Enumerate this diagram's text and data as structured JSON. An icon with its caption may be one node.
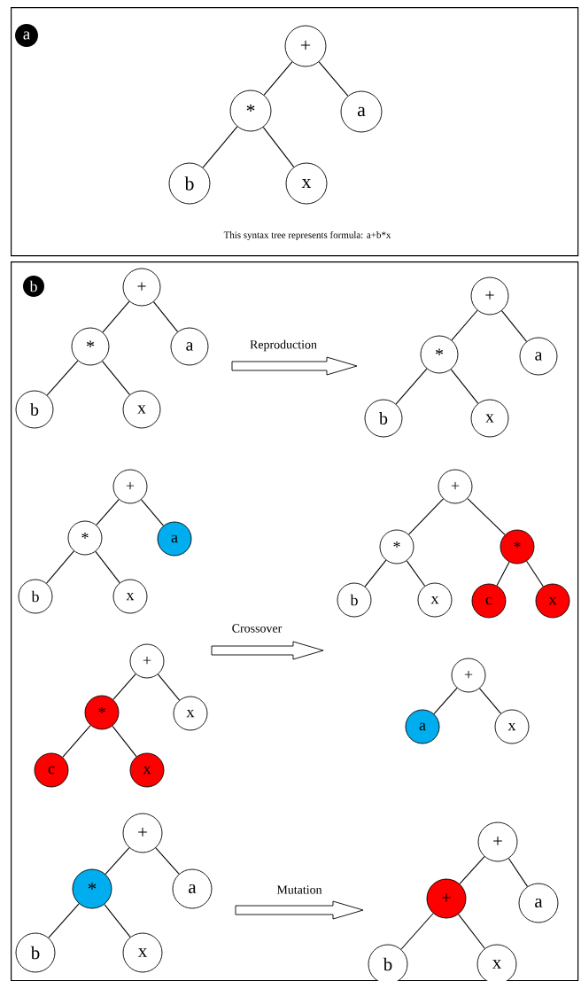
{
  "diagram": {
    "nodes": [
      {
        "text": [],
        "shape": "box"
      },
      {
        "text": [
          "a"
        ],
        "in": 0
      },
      {
        "text": [
          "+"
        ],
        "in": 0
      },
      {
        "text": [
          "*"
        ],
        "in": 0
      },
      {
        "text": [
          "a"
        ],
        "in": 0
      },
      {
        "text": [
          "b"
        ],
        "in": 0
      },
      {
        "text": [
          "x"
        ],
        "in": 0
      },
      {
        "text": [],
        "shape": "box"
      },
      {
        "text": [
          "b"
        ],
        "in": 7
      },
      {
        "text": [
          "+"
        ],
        "in": 7
      },
      {
        "text": [
          "*"
        ],
        "in": 7
      },
      {
        "text": [
          "a"
        ],
        "in": 7
      },
      {
        "text": [
          "b"
        ],
        "in": 7
      },
      {
        "text": [
          "x"
        ],
        "in": 7
      },
      {
        "text": [
          "+"
        ],
        "in": 7
      },
      {
        "text": [
          "*"
        ],
        "in": 7
      },
      {
        "text": [
          "a"
        ],
        "in": 7
      },
      {
        "text": [
          "b"
        ],
        "in": 7
      },
      {
        "text": [
          "x"
        ],
        "in": 7
      },
      {
        "text": [
          "+"
        ],
        "in": 7
      },
      {
        "text": [
          "*"
        ],
        "in": 7
      },
      {
        "text": [
          "a"
        ],
        "in": 7
      },
      {
        "text": [
          "b"
        ],
        "in": 7
      },
      {
        "text": [
          "x"
        ],
        "in": 7
      },
      {
        "text": [
          "+"
        ],
        "in": 7
      },
      {
        "text": [
          "*"
        ],
        "in": 7
      },
      {
        "text": [
          "*"
        ],
        "in": 7
      },
      {
        "text": [
          "b"
        ],
        "in": 7
      },
      {
        "text": [
          "x"
        ],
        "in": 7
      },
      {
        "text": [
          "c"
        ],
        "in": 7
      },
      {
        "text": [
          "x"
        ],
        "in": 7
      },
      {
        "text": [
          "+"
        ],
        "in": 7
      },
      {
        "text": [
          "*"
        ],
        "in": 7
      },
      {
        "text": [
          "x"
        ],
        "in": 7
      },
      {
        "text": [
          "c"
        ],
        "in": 7
      },
      {
        "text": [
          "x"
        ],
        "in": 7
      },
      {
        "text": [
          "+"
        ],
        "in": 7
      },
      {
        "text": [
          "a"
        ],
        "in": 7
      },
      {
        "text": [
          "x"
        ],
        "in": 7
      },
      {
        "text": [
          "+"
        ],
        "in": 7
      },
      {
        "text": [
          "*"
        ],
        "in": 7
      },
      {
        "text": [
          "a"
        ],
        "in": 7
      },
      {
        "text": [
          "b"
        ],
        "in": 7
      },
      {
        "text": [
          "x"
        ],
        "in": 7
      },
      {
        "text": [
          "+"
        ],
        "in": 7
      },
      {
        "text": [
          "+"
        ],
        "in": 7
      },
      {
        "text": [
          "a"
        ],
        "in": 7
      },
      {
        "text": [
          "b"
        ],
        "in": 7
      },
      {
        "text": [
          "x"
        ],
        "in": 7
      }
    ],
    "edges": [
      {
        "from": 2,
        "to": 3,
        "arrow": "none"
      },
      {
        "from": 2,
        "to": 4,
        "arrow": "none"
      },
      {
        "from": 3,
        "to": 5,
        "arrow": "none"
      },
      {
        "from": 3,
        "to": 6,
        "arrow": "none"
      },
      {
        "from": 9,
        "to": 10,
        "arrow": "none"
      },
      {
        "from": 9,
        "to": 11,
        "arrow": "none"
      },
      {
        "from": 10,
        "to": 12,
        "arrow": "none"
      },
      {
        "from": 10,
        "to": 13,
        "arrow": "none"
      },
      {
        "from": 14,
        "to": 15,
        "arrow": "none"
      },
      {
        "from": 14,
        "to": 16,
        "arrow": "none"
      },
      {
        "from": 15,
        "to": 17,
        "arrow": "none"
      },
      {
        "from": 15,
        "to": 18,
        "arrow": "none"
      },
      {
        "from": 19,
        "to": 20,
        "arrow": "none"
      },
      {
        "from": 19,
        "to": 21,
        "arrow": "none"
      },
      {
        "from": 20,
        "to": 22,
        "arrow": "none"
      },
      {
        "from": 20,
        "to": 23,
        "arrow": "none"
      },
      {
        "from": 24,
        "to": 25,
        "arrow": "none"
      },
      {
        "from": 24,
        "to": 26,
        "arrow": "none"
      },
      {
        "from": 25,
        "to": 27,
        "arrow": "none"
      },
      {
        "from": 25,
        "to": 28,
        "arrow": "none"
      },
      {
        "from": 26,
        "to": 29,
        "arrow": "none"
      },
      {
        "from": 26,
        "to": 30,
        "arrow": "none"
      },
      {
        "from": 31,
        "to": 32,
        "arrow": "none"
      },
      {
        "from": 31,
        "to": 33,
        "arrow": "none"
      },
      {
        "from": 32,
        "to": 34,
        "arrow": "none"
      },
      {
        "from": 32,
        "to": 35,
        "arrow": "none"
      },
      {
        "from": 36,
        "to": 37,
        "arrow": "none"
      },
      {
        "from": 36,
        "to": 38,
        "arrow": "none"
      },
      {
        "from": 39,
        "to": 40,
        "arrow": "none"
      },
      {
        "from": 39,
        "to": 41,
        "arrow": "none"
      },
      {
        "from": 40,
        "to": 42,
        "arrow": "none"
      },
      {
        "from": 40,
        "to": 43,
        "arrow": "none"
      },
      {
        "from": 44,
        "to": 45,
        "arrow": "none"
      },
      {
        "from": 44,
        "to": 46,
        "arrow": "none"
      },
      {
        "from": 45,
        "to": 47,
        "arrow": "none"
      },
      {
        "from": 45,
        "to": 48,
        "arrow": "none"
      }
    ],
    "labels": [
      "This syntax tree represents formula: a+b*x",
      "Reproduction",
      "Crossover",
      "Mutation"
    ]
  }
}
